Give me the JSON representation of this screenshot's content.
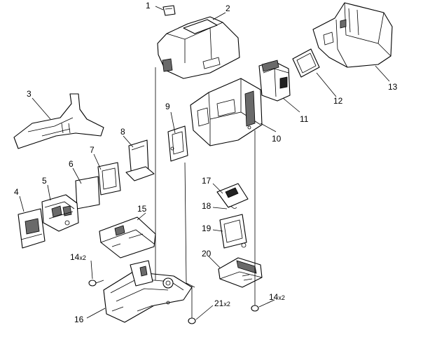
{
  "diagram": {
    "callouts": [
      {
        "id": "1",
        "label": "1"
      },
      {
        "id": "2",
        "label": "2"
      },
      {
        "id": "3",
        "label": "3"
      },
      {
        "id": "4",
        "label": "4"
      },
      {
        "id": "5",
        "label": "5"
      },
      {
        "id": "6",
        "label": "6"
      },
      {
        "id": "7",
        "label": "7"
      },
      {
        "id": "8",
        "label": "8"
      },
      {
        "id": "9",
        "label": "9"
      },
      {
        "id": "10",
        "label": "10"
      },
      {
        "id": "11",
        "label": "11"
      },
      {
        "id": "12",
        "label": "12"
      },
      {
        "id": "13",
        "label": "13"
      },
      {
        "id": "14a",
        "label": "14",
        "qty": "x2"
      },
      {
        "id": "14b",
        "label": "14",
        "qty": "x2"
      },
      {
        "id": "15",
        "label": "15"
      },
      {
        "id": "16",
        "label": "16"
      },
      {
        "id": "17",
        "label": "17"
      },
      {
        "id": "18",
        "label": "18"
      },
      {
        "id": "19",
        "label": "19"
      },
      {
        "id": "20",
        "label": "20"
      },
      {
        "id": "21",
        "label": "21",
        "qty": "x2"
      }
    ]
  }
}
